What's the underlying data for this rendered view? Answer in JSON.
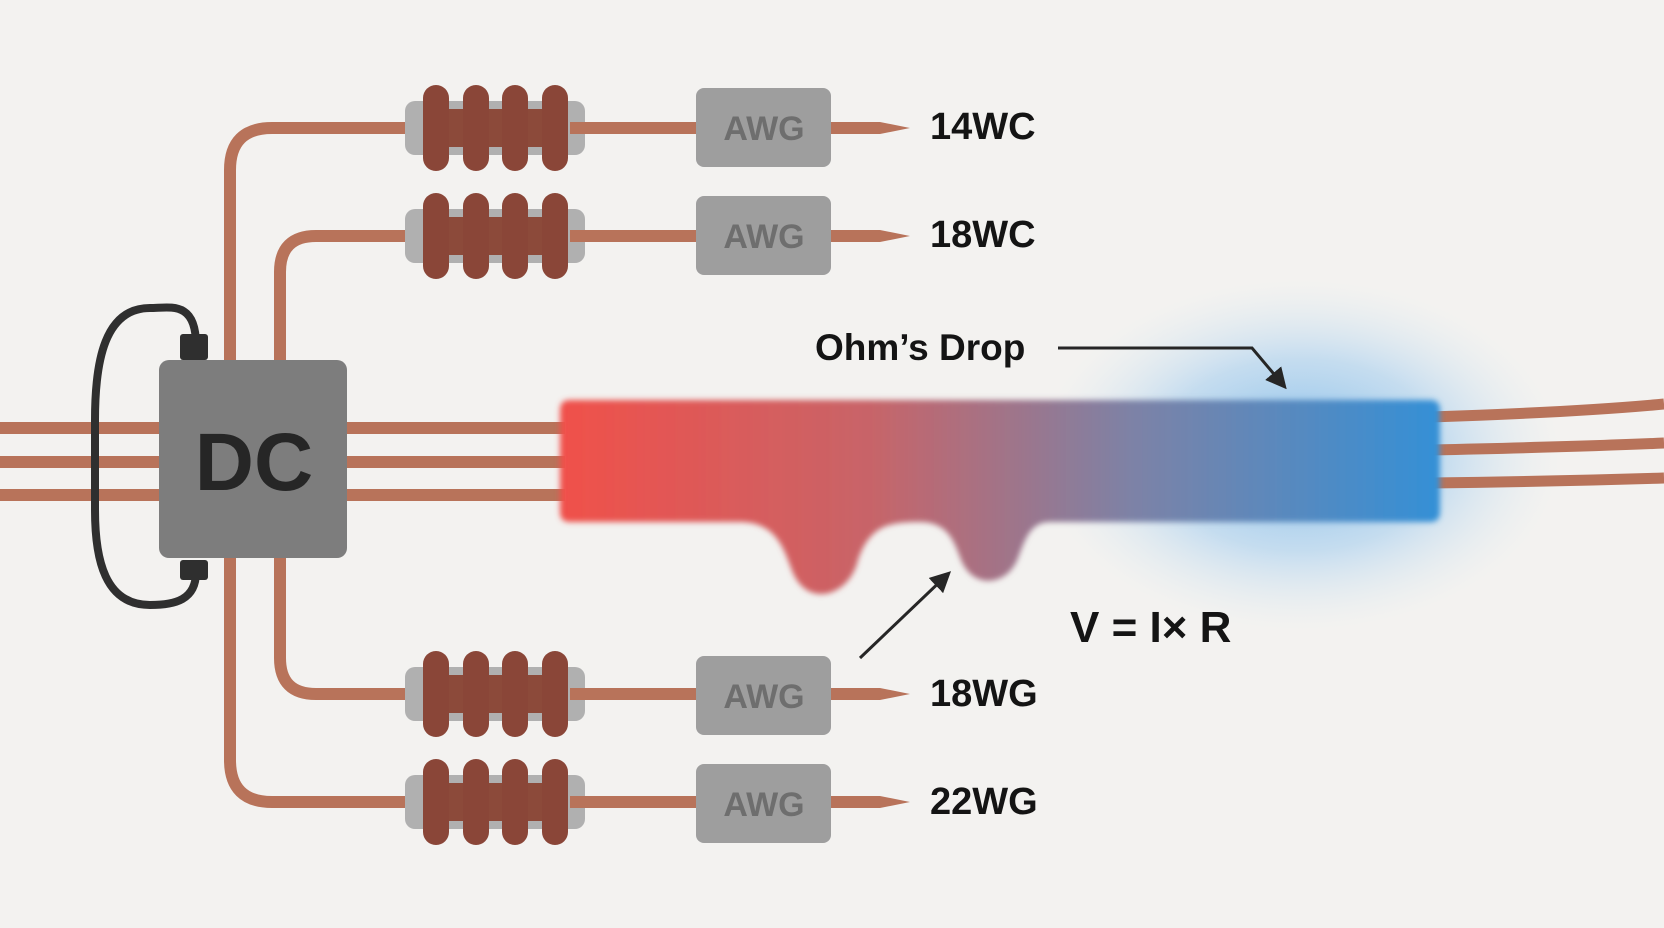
{
  "dc_block": {
    "label": "DC"
  },
  "branches": [
    {
      "id": "wire-14",
      "gauge_label": "14WC",
      "awg_label": "AWG"
    },
    {
      "id": "wire-18-top",
      "gauge_label": "18WC",
      "awg_label": "AWG"
    },
    {
      "id": "wire-18-bottom",
      "gauge_label": "18WG",
      "awg_label": "AWG"
    },
    {
      "id": "wire-22",
      "gauge_label": "22WG",
      "awg_label": "AWG"
    }
  ],
  "drop_annotation": {
    "label": "Ohm’s Drop"
  },
  "formula": {
    "text": "V = I× R"
  },
  "colors": {
    "background": "#f3f2f0",
    "copper": "#b8735a",
    "copper_dark": "#8c4a3a",
    "bead": "#8a4638",
    "box_gray": "#7d7d7d",
    "awg_gray": "#9e9e9e",
    "hot": "#f0504a",
    "cold": "#3490d6",
    "glow": "#6fb3ea"
  }
}
